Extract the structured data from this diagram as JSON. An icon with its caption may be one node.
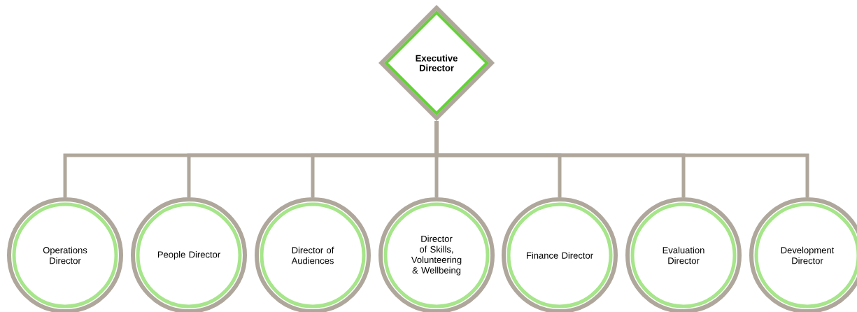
{
  "diagram": {
    "nodes": [
      {
        "text": [
          "Executive Director"
        ]
      },
      {
        "text": [
          "Operations Director"
        ]
      },
      {
        "text": [
          "People Director"
        ]
      },
      {
        "text": [
          "Director of Audiences"
        ]
      },
      {
        "text": [
          "Director of Skills, Volunteering & Wellbeing"
        ]
      },
      {
        "text": [
          "Finance Director"
        ]
      },
      {
        "text": [
          "Evaluation Director"
        ]
      },
      {
        "text": [
          "Development Director"
        ]
      }
    ],
    "edges": [
      {
        "from": 0,
        "to": 1,
        "arrow": "none"
      },
      {
        "from": 0,
        "to": 2,
        "arrow": "none"
      },
      {
        "from": 0,
        "to": 3,
        "arrow": "none"
      },
      {
        "from": 0,
        "to": 4,
        "arrow": "none"
      },
      {
        "from": 0,
        "to": 5,
        "arrow": "none"
      },
      {
        "from": 0,
        "to": 6,
        "arrow": "none"
      },
      {
        "from": 0,
        "to": 7,
        "arrow": "none"
      }
    ]
  }
}
